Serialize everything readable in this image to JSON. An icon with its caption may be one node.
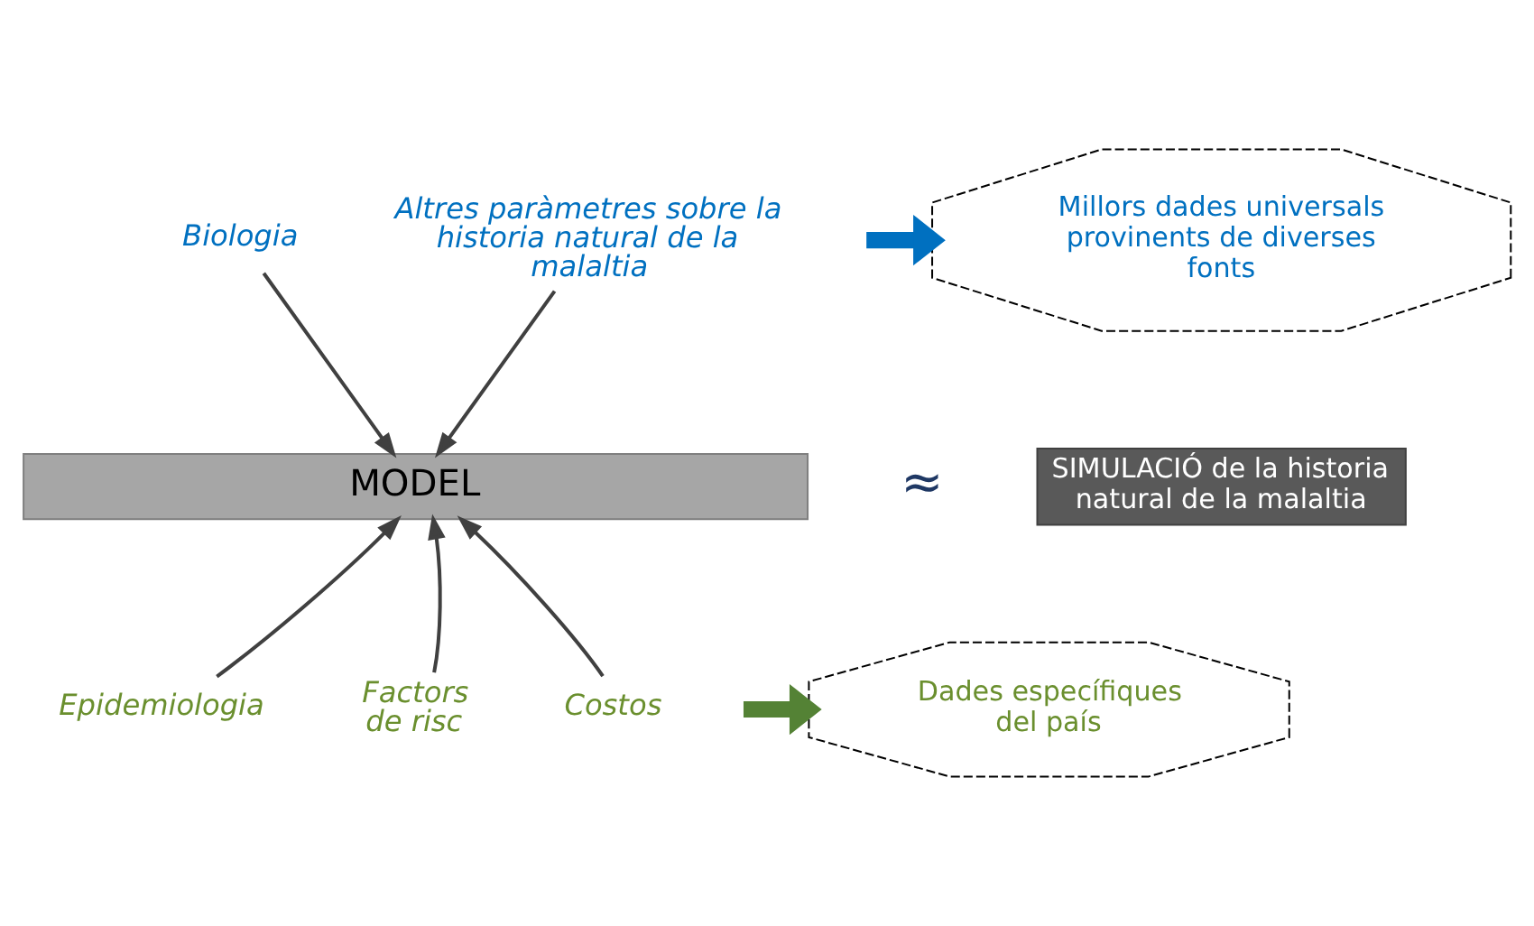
{
  "diagram": {
    "nodes": [
      {
        "text": [
          "Biologia"
        ]
      },
      {
        "text": [
          "Altres paràmetres sobre la historia natural de la malaltia"
        ]
      },
      {
        "text": [
          "MODEL"
        ]
      },
      {
        "text": [
          "Epidemiologia"
        ]
      },
      {
        "text": [
          "Factors de risc"
        ]
      },
      {
        "text": [
          "Costos"
        ]
      },
      {
        "text": [
          "Millors dades universals provinents de diverses fonts"
        ]
      },
      {
        "text": [
          "SIMULACIÓ de la historia natural de la malaltia"
        ]
      },
      {
        "text": [
          "Dades específiques del país"
        ]
      }
    ],
    "edges": [
      {
        "from": 0,
        "to": 2,
        "arrow": "to"
      },
      {
        "from": 1,
        "to": 2,
        "arrow": "to"
      },
      {
        "from": 3,
        "to": 2,
        "arrow": "to"
      },
      {
        "from": 4,
        "to": 2,
        "arrow": "to"
      },
      {
        "from": 5,
        "to": 2,
        "arrow": "to"
      },
      {
        "from": null,
        "to": 6,
        "arrow": "to",
        "style": "thick",
        "color": "#0070c0"
      },
      {
        "from": null,
        "to": 8,
        "arrow": "to",
        "style": "thick",
        "color": "#548235"
      }
    ],
    "labels": [
      "≈"
    ]
  }
}
